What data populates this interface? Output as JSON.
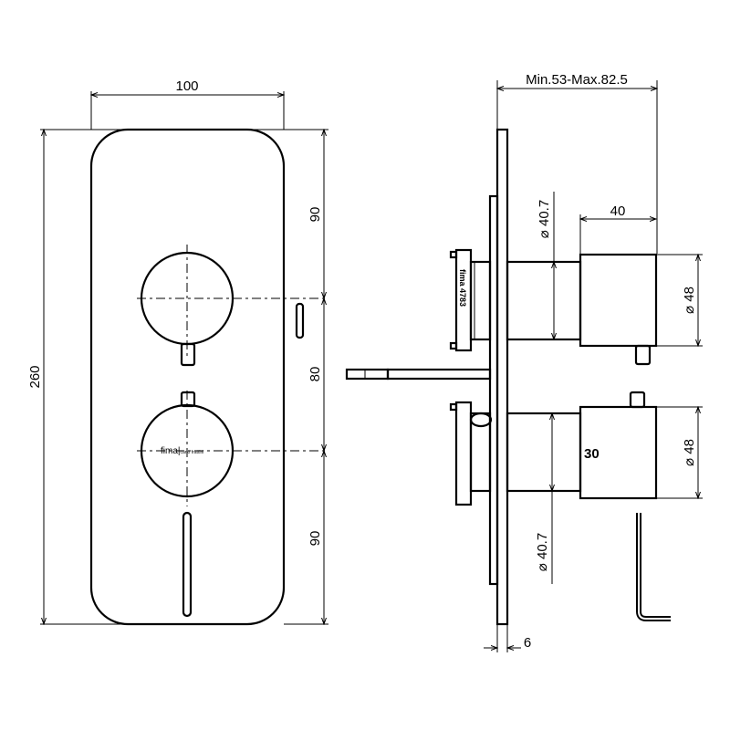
{
  "drawing": {
    "front_view": {
      "width_label": "100",
      "height_label": "260",
      "segment_labels": [
        "90",
        "80",
        "90"
      ],
      "logo_text": "fima carlo frattini"
    },
    "side_view": {
      "depth_label": "Min.53-Max.82.5",
      "cube_depth_label": "40",
      "top_body_diameter": "⌀ 40.7",
      "top_cube_diameter": "⌀ 48",
      "bottom_cube_diameter": "⌀ 48",
      "bottom_body_diameter": "⌀ 40.7",
      "cube_marking": "30",
      "plate_thickness_label": "6",
      "cartridge_text": "fima 4783"
    },
    "colors": {
      "line": "#000000",
      "background": "#ffffff"
    }
  }
}
